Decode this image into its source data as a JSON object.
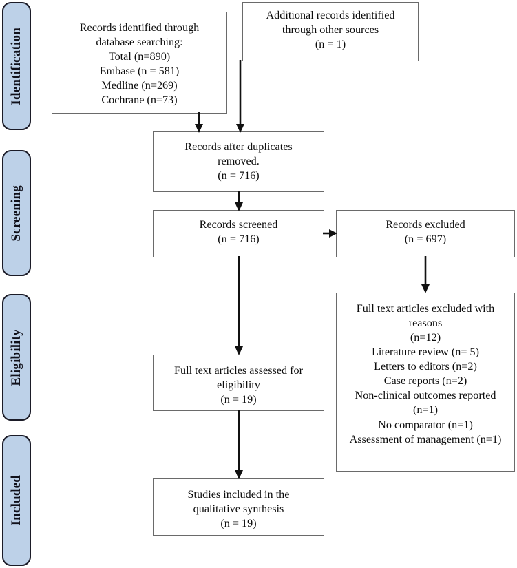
{
  "diagram": {
    "title": "PRISMA study selection flow diagram",
    "accent_color": "#bdd1e8",
    "border_color": "#1b1b27",
    "box_border_color": "#6a6a6a",
    "arrow_color": "#111111"
  },
  "stages": [
    {
      "id": "identification",
      "label": "Identification"
    },
    {
      "id": "screening",
      "label": "Screening"
    },
    {
      "id": "eligibility",
      "label": "Eligibility"
    },
    {
      "id": "included",
      "label": "Included"
    }
  ],
  "boxes": {
    "database_search": {
      "text": "Records identified through\ndatabase searching:\nTotal (n=890)\nEmbase (n = 581)\nMedline (n=269)\nCochrane (n=73)"
    },
    "other_sources": {
      "text": "Additional records identified\nthrough other sources\n(n = 1)"
    },
    "duplicates_removed": {
      "text": "Records after duplicates\nremoved.\n(n = 716)"
    },
    "records_screened": {
      "text": "Records screened\n(n = 716)"
    },
    "records_excluded": {
      "text": "Records excluded\n(n = 697)"
    },
    "fulltext_assessed": {
      "text": "Full text articles assessed for\neligibility\n(n = 19)"
    },
    "fulltext_excluded": {
      "text": "Full text articles excluded with\nreasons\n(n=12)\nLiterature review (n= 5)\nLetters to editors (n=2)\nCase reports (n=2)\nNon-clinical outcomes reported\n(n=1)\nNo comparator (n=1)\nAssessment of management (n=1)"
    },
    "studies_included": {
      "text": "Studies included in the\nqualitative synthesis\n(n = 19)"
    }
  },
  "chart_data": {
    "type": "diagram",
    "title": "PRISMA flow diagram",
    "nodes": [
      {
        "id": "database_search",
        "stage": "Identification",
        "label": "Records identified through database searching",
        "counts": {
          "Total": 890,
          "Embase": 581,
          "Medline": 269,
          "Cochrane": 73
        }
      },
      {
        "id": "other_sources",
        "stage": "Identification",
        "label": "Additional records identified through other sources",
        "n": 1
      },
      {
        "id": "duplicates_removed",
        "stage": "Screening",
        "label": "Records after duplicates removed.",
        "n": 716
      },
      {
        "id": "records_screened",
        "stage": "Screening",
        "label": "Records screened",
        "n": 716
      },
      {
        "id": "records_excluded",
        "stage": "Screening",
        "label": "Records excluded",
        "n": 697
      },
      {
        "id": "fulltext_assessed",
        "stage": "Eligibility",
        "label": "Full text articles assessed for eligibility",
        "n": 19
      },
      {
        "id": "fulltext_excluded",
        "stage": "Eligibility",
        "label": "Full text articles excluded with reasons",
        "n": 12,
        "reasons": [
          {
            "reason": "Literature review",
            "n": 5
          },
          {
            "reason": "Letters to editors",
            "n": 2
          },
          {
            "reason": "Case reports",
            "n": 2
          },
          {
            "reason": "Non-clinical outcomes reported",
            "n": 1
          },
          {
            "reason": "No comparator",
            "n": 1
          },
          {
            "reason": "Assessment of management",
            "n": 1
          }
        ]
      },
      {
        "id": "studies_included",
        "stage": "Included",
        "label": "Studies included in the qualitative synthesis",
        "n": 19
      }
    ],
    "edges": [
      {
        "from": "database_search",
        "to": "duplicates_removed"
      },
      {
        "from": "other_sources",
        "to": "duplicates_removed"
      },
      {
        "from": "duplicates_removed",
        "to": "records_screened"
      },
      {
        "from": "records_screened",
        "to": "records_excluded"
      },
      {
        "from": "records_screened",
        "to": "fulltext_assessed"
      },
      {
        "from": "records_excluded",
        "to": "fulltext_excluded"
      },
      {
        "from": "fulltext_assessed",
        "to": "studies_included"
      }
    ]
  }
}
